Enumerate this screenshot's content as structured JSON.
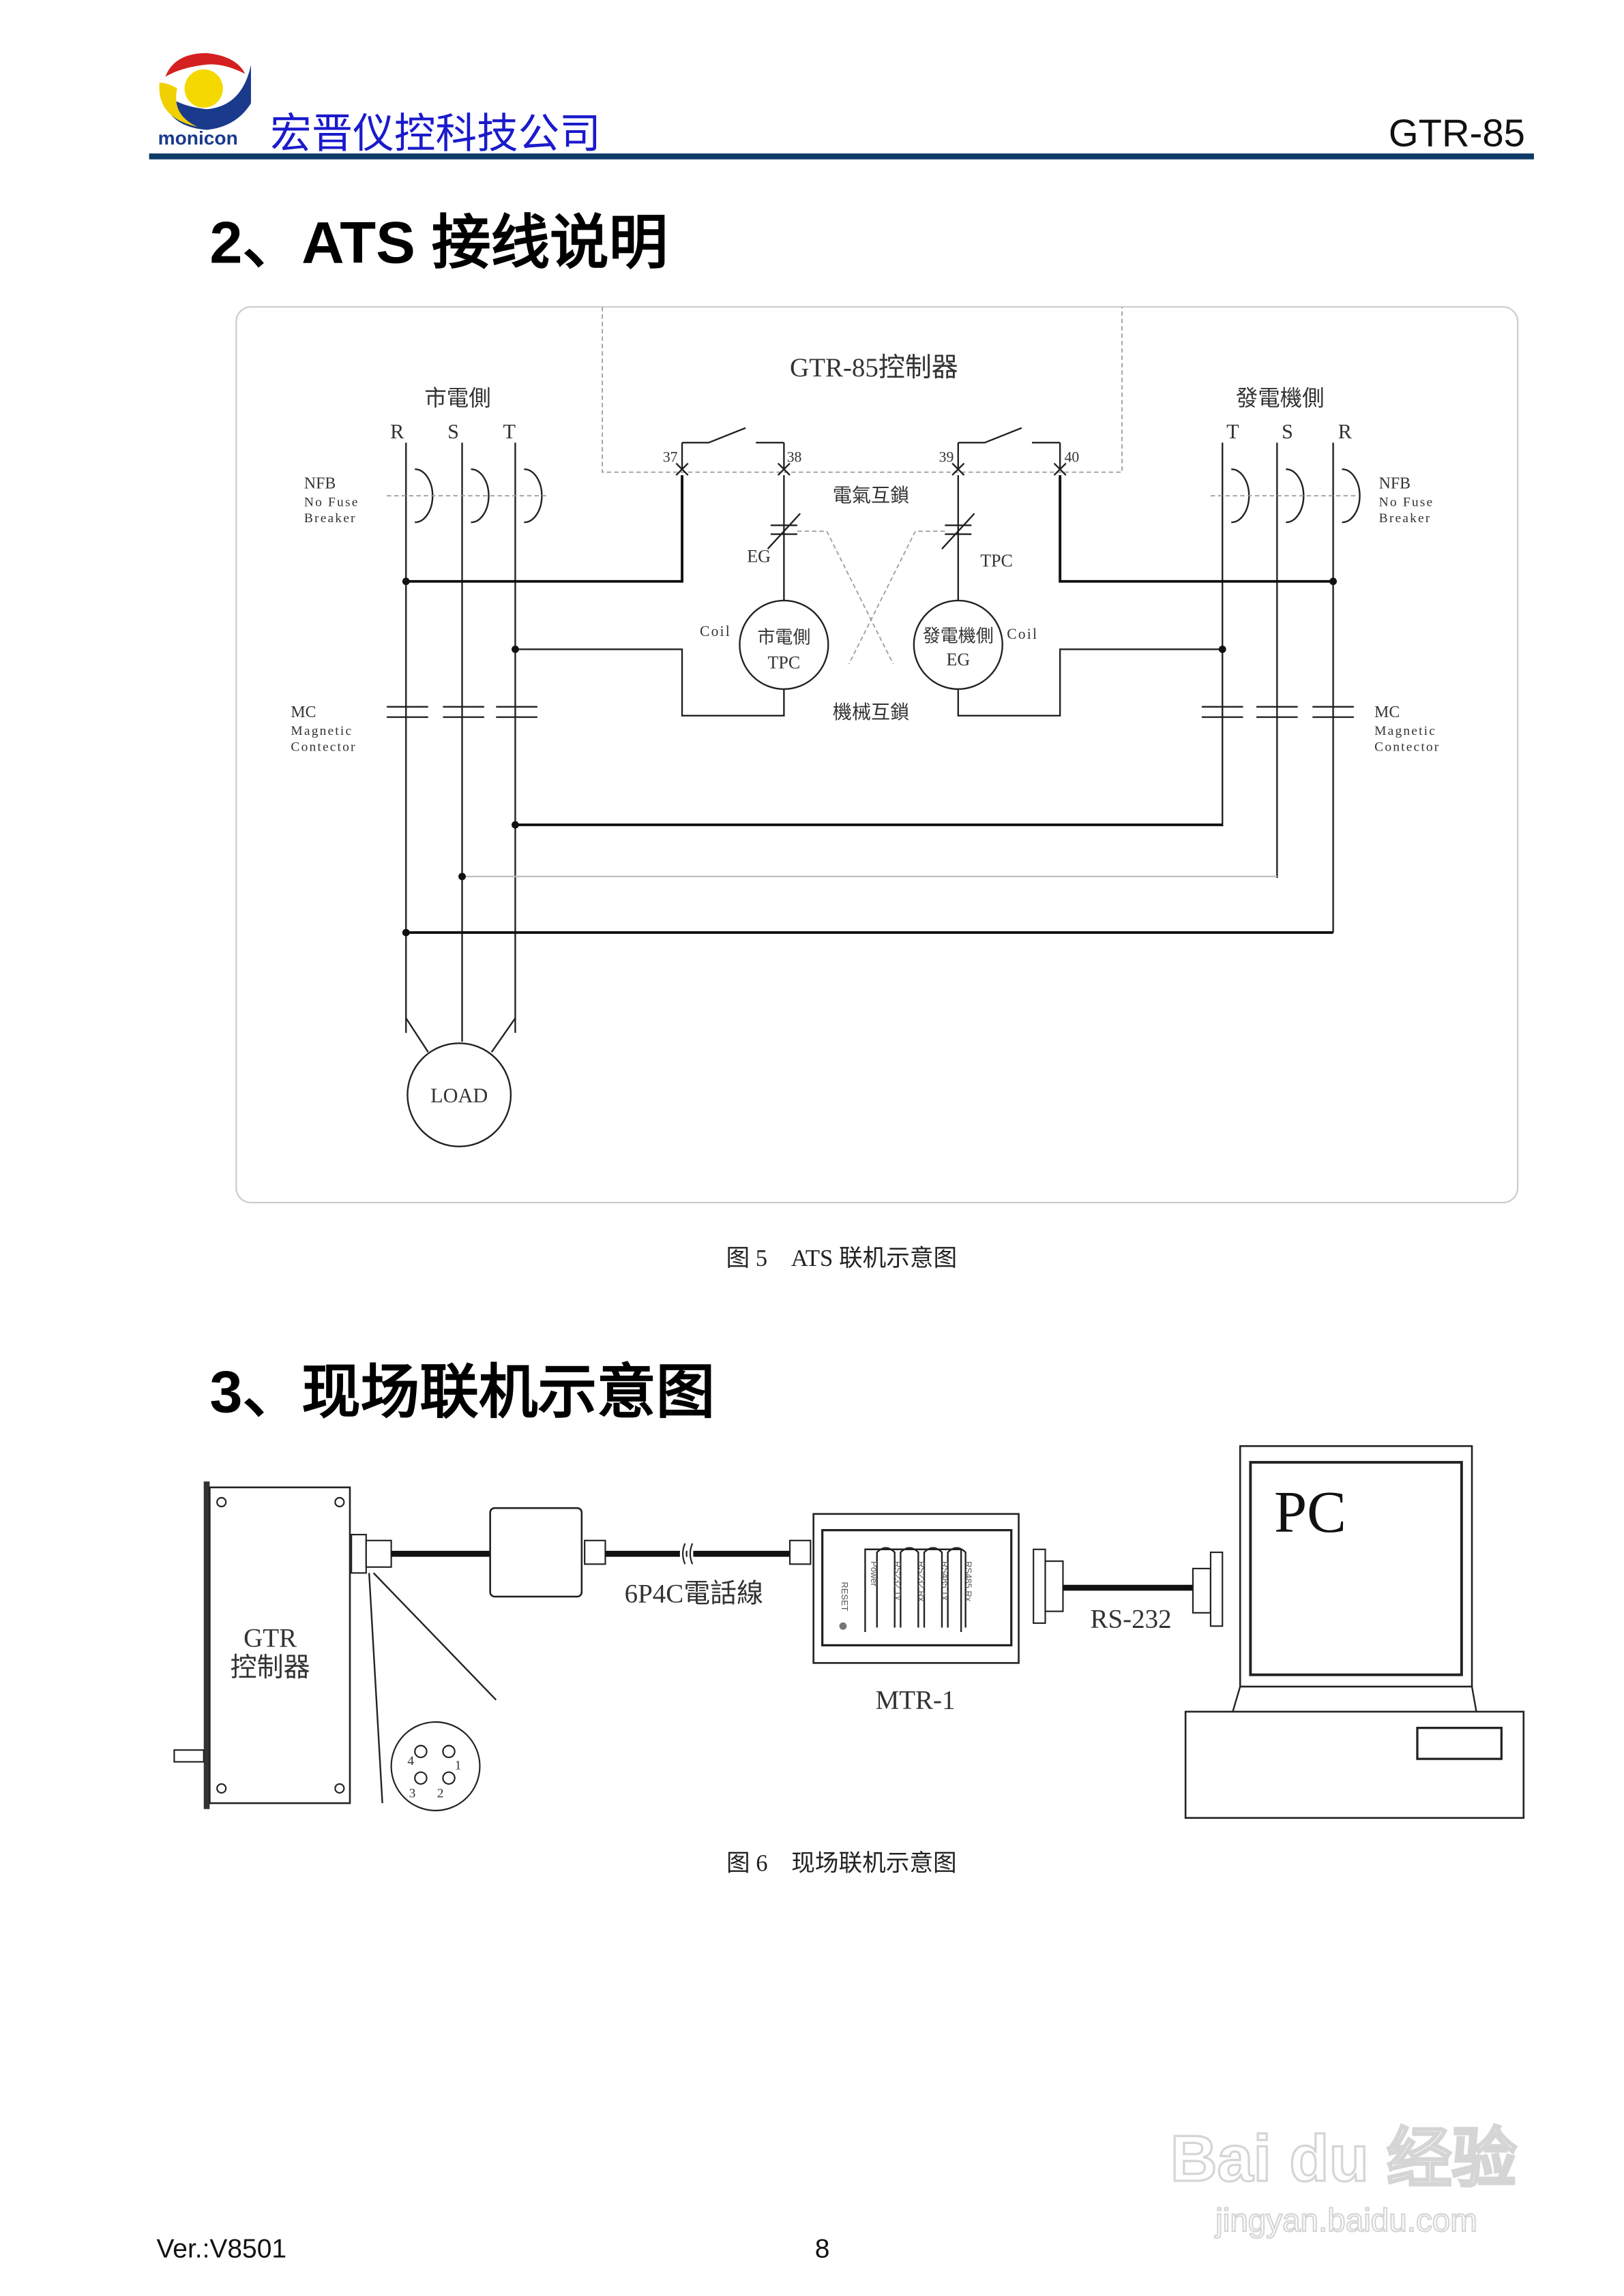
{
  "header": {
    "logo_text": "monicon",
    "company": "宏晋仪控科技公司",
    "model": "GTR-85",
    "rule_color": "#0d3a66",
    "company_color": "#1a1acc"
  },
  "section2": {
    "heading": "2、ATS 接线说明",
    "diagram": {
      "controller": "GTR-85控制器",
      "utility_side": "市電側",
      "generator_side": "發電機側",
      "left_phases": [
        "R",
        "S",
        "T"
      ],
      "right_phases": [
        "T",
        "S",
        "R"
      ],
      "terminals": [
        "37",
        "38",
        "39",
        "40"
      ],
      "nfb": "NFB",
      "nfb_full_1": "No Fuse",
      "nfb_full_2": "Breaker",
      "mc": "MC",
      "mc_full_1": "Magnetic",
      "mc_full_2": "Contector",
      "electrical_interlock": "電氣互鎖",
      "mechanical_interlock": "機械互鎖",
      "eg": "EG",
      "tpc": "TPC",
      "coil": "Coil",
      "coil_left_1": "市電側",
      "coil_left_2": "TPC",
      "coil_right_1": "發電機側",
      "coil_right_2": "EG",
      "load": "LOAD"
    },
    "caption": "图 5　ATS 联机示意图"
  },
  "section3": {
    "heading": "3、现场联机示意图",
    "diagram": {
      "gtr_1": "GTR",
      "gtr_2": "控制器",
      "cable": "6P4C電話線",
      "mtr": "MTR-1",
      "mtr_labels": [
        "Power",
        "RS232 Tx",
        "RS232 Rx",
        "RS485 Tx",
        "RS485 Rx"
      ],
      "reset": "RESET",
      "rs232": "RS-232",
      "pc": "PC",
      "pins": [
        "1",
        "2",
        "3",
        "4"
      ]
    },
    "caption": "图 6　现场联机示意图"
  },
  "footer": {
    "version": "Ver.:V8501",
    "page": "8"
  },
  "watermark": {
    "brand": "Bai du 经验",
    "url": "jingyan.baidu.com"
  }
}
